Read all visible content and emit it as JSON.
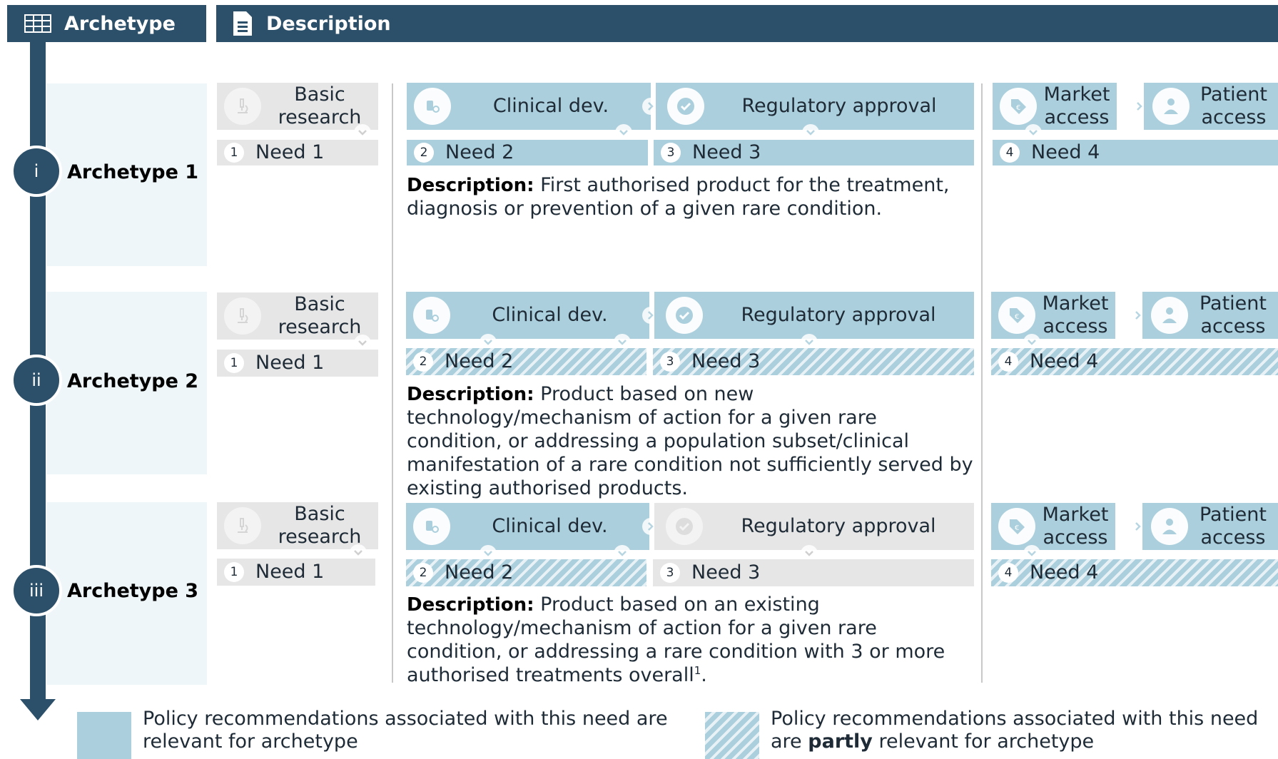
{
  "header": {
    "archetype_label": "Archetype",
    "description_label": "Description"
  },
  "stages": {
    "basic_research": "Basic research",
    "clinical_dev": "Clinical dev.",
    "regulatory_approval": "Regulatory approval",
    "market_access": "Market access",
    "patient_access": "Patient access"
  },
  "needs": {
    "n1": "Need 1",
    "n2": "Need 2",
    "n3": "Need 3",
    "n4": "Need 4"
  },
  "need_numbers": {
    "n1": "1",
    "n2": "2",
    "n3": "3",
    "n4": "4"
  },
  "archetypes": [
    {
      "numeral": "i",
      "label": "Archetype 1",
      "desc_bold": "Description:",
      "desc_text": "First authorised product for the treatment, diagnosis or prevention of a given rare condition.",
      "relevance": {
        "need1": "grey",
        "need2": "full",
        "need3": "full",
        "need4": "full"
      }
    },
    {
      "numeral": "ii",
      "label": "Archetype 2",
      "desc_bold": "Description:",
      "desc_text": "Product based on new technology/mechanism of action for a given rare condition, or addressing a population subset/clinical manifestation of a rare condition not sufficiently served by existing authorised products.",
      "relevance": {
        "need1": "grey",
        "need2": "partly",
        "need3": "partly",
        "need4": "partly"
      }
    },
    {
      "numeral": "iii",
      "label": "Archetype 3",
      "desc_bold": "Description:",
      "desc_text": "Product based on an existing technology/mechanism of action for a given rare condition, or addressing a rare condition with 3 or more authorised treatments overall",
      "desc_sup": "1",
      "desc_end": ".",
      "relevance": {
        "need1": "grey",
        "need2": "partly",
        "need3": "grey",
        "need4": "partly"
      }
    }
  ],
  "legend": {
    "relevant_text": "Policy recommendations associated with this need are relevant for archetype",
    "partly_prefix": "Policy recommendations associated with this need are",
    "partly_bold": "partly",
    "partly_suffix": "relevant for archetype"
  },
  "colors": {
    "header": "#2c5069",
    "relevant": "#abcfdc",
    "not_relevant": "#e6e6e6",
    "row_background": "#eef6f9"
  }
}
